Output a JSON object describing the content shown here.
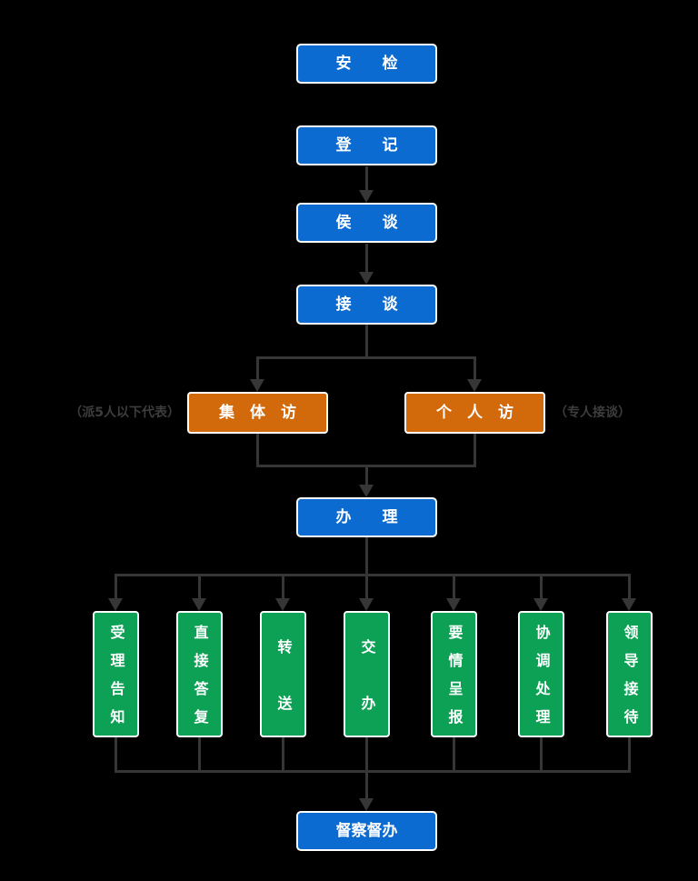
{
  "colors": {
    "background": "#000000",
    "stage_blue": "#0c6bd0",
    "visit_orange": "#d2690b",
    "outcome_green": "#0ca155",
    "connector_gray": "#363636",
    "note_text_gray": "#3d3d3d",
    "box_text": "#ffffff"
  },
  "flow": {
    "security": "安　　检",
    "register": "登　　记",
    "wait_talk": "侯　　谈",
    "interview": "接　　谈",
    "group_visit": "集　体　访",
    "group_visit_note": "（派5人以下代表）",
    "individual_visit": "个　人　访",
    "individual_visit_note": "（专人接谈）",
    "process": "办　　理",
    "outcomes": [
      "受理告知",
      "直接答复",
      "转　送",
      "交　办",
      "要情呈报",
      "协调处理",
      "领导接待"
    ],
    "supervision": "督察督办"
  }
}
